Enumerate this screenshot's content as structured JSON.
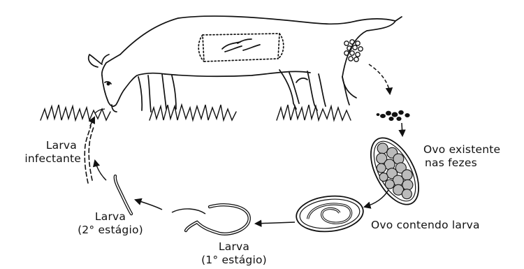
{
  "labels": {
    "egg_in_feces": [
      "Ovo existente",
      "nas fezes"
    ],
    "egg_with_larva": "Ovo contendo larva",
    "larva_first_stage": [
      "Larva",
      "(1° estágio)"
    ],
    "larva_second_stage": [
      "Larva",
      "(2° estágio)"
    ],
    "infective_larva": [
      "Larva",
      "infectante"
    ]
  },
  "colors": {
    "ink": "#111111",
    "background": "#ffffff"
  }
}
